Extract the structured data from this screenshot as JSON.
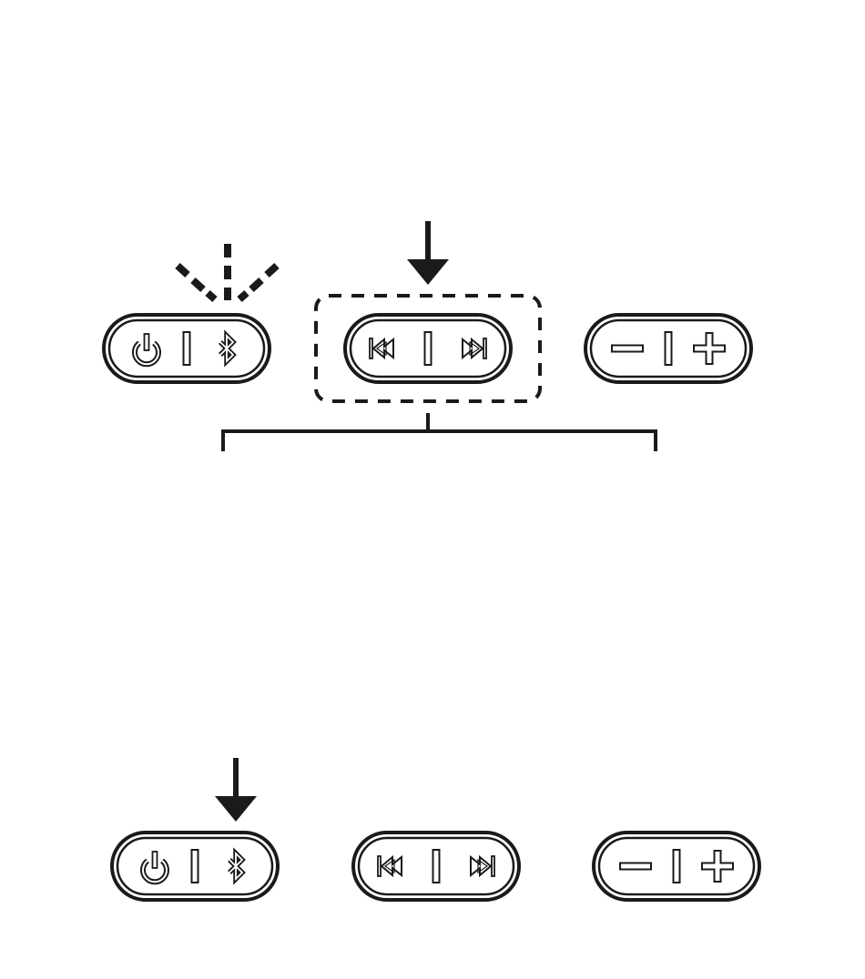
{
  "colors": {
    "ink": "#1a1a1a",
    "background": "#ffffff"
  },
  "panels": [
    {
      "id": "top",
      "highlight": "media-button",
      "press_arrow_target": "media-button",
      "indicator": "bluetooth-blinking",
      "bracket_spans_all_buttons": true,
      "buttons": [
        {
          "id": "power-bt",
          "icons": [
            "power-icon",
            "bluetooth-icon"
          ]
        },
        {
          "id": "media",
          "icons": [
            "previous-track-icon",
            "next-track-icon"
          ]
        },
        {
          "id": "volume",
          "icons": [
            "volume-down-icon",
            "volume-up-icon"
          ]
        }
      ]
    },
    {
      "id": "bottom",
      "press_arrow_target": "bluetooth-icon",
      "buttons": [
        {
          "id": "power-bt",
          "icons": [
            "power-icon",
            "bluetooth-icon"
          ]
        },
        {
          "id": "media",
          "icons": [
            "previous-track-icon",
            "next-track-icon"
          ]
        },
        {
          "id": "volume",
          "icons": [
            "volume-down-icon",
            "volume-up-icon"
          ]
        }
      ]
    }
  ]
}
